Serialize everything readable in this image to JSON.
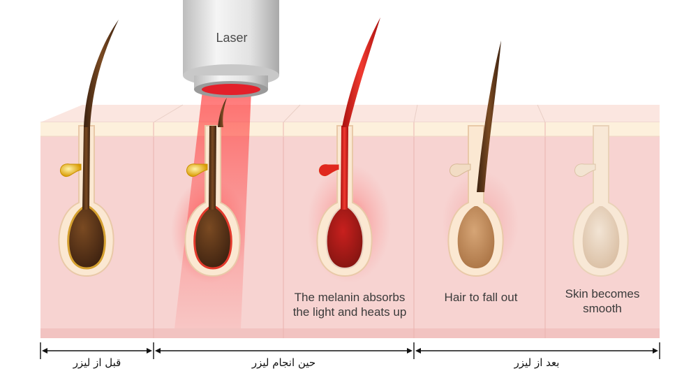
{
  "device": {
    "label": "Laser"
  },
  "stages": [
    {
      "id": "stage-1",
      "caption": ""
    },
    {
      "id": "stage-2",
      "caption": ""
    },
    {
      "id": "stage-3",
      "caption": "The melanin absorbs\nthe light and heats up"
    },
    {
      "id": "stage-4",
      "caption": "Hair to fall out"
    },
    {
      "id": "stage-5",
      "caption": "Skin becomes\nsmooth"
    }
  ],
  "phases": {
    "before": "قبل از لیزر",
    "during": "حین انجام لیزر",
    "after": "بعد از لیزر"
  },
  "colors": {
    "skin": "#f6cfcf",
    "skin_top": "#fbe9d6",
    "hair_dark": "#5a3418",
    "laser_red": "#e3202a",
    "gland_yellow": "#e8b010"
  }
}
